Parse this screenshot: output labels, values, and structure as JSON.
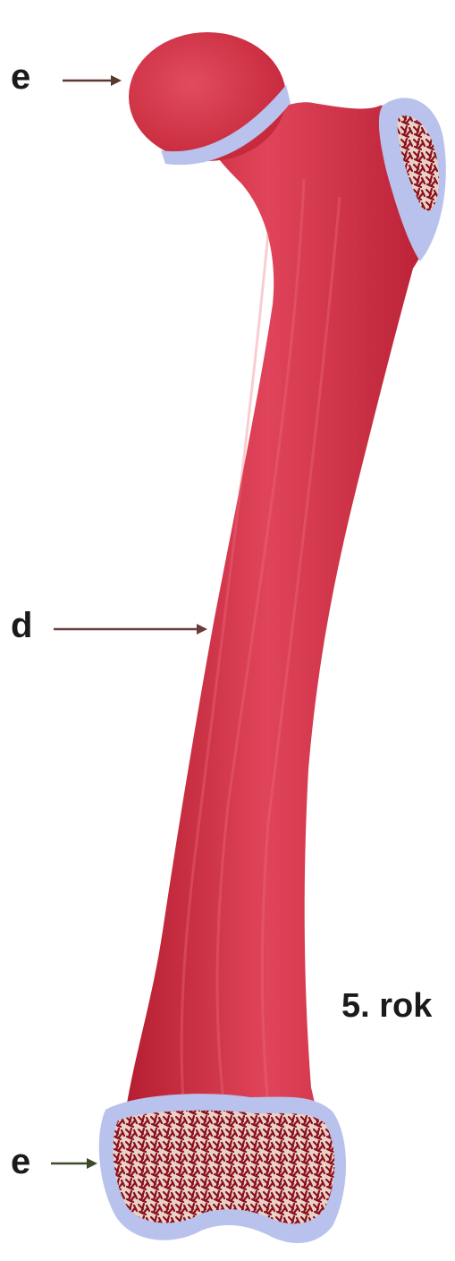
{
  "labels": {
    "epiphysis_top": "e",
    "diaphysis": "d",
    "epiphysis_bottom": "e"
  },
  "caption": "5. rok",
  "colors": {
    "bone": "#d4303f",
    "bone_dark": "#b81f33",
    "cartilage": "#b8c2ec",
    "spongy": "#8b0f1c",
    "arrow": "#5a3a2e"
  }
}
